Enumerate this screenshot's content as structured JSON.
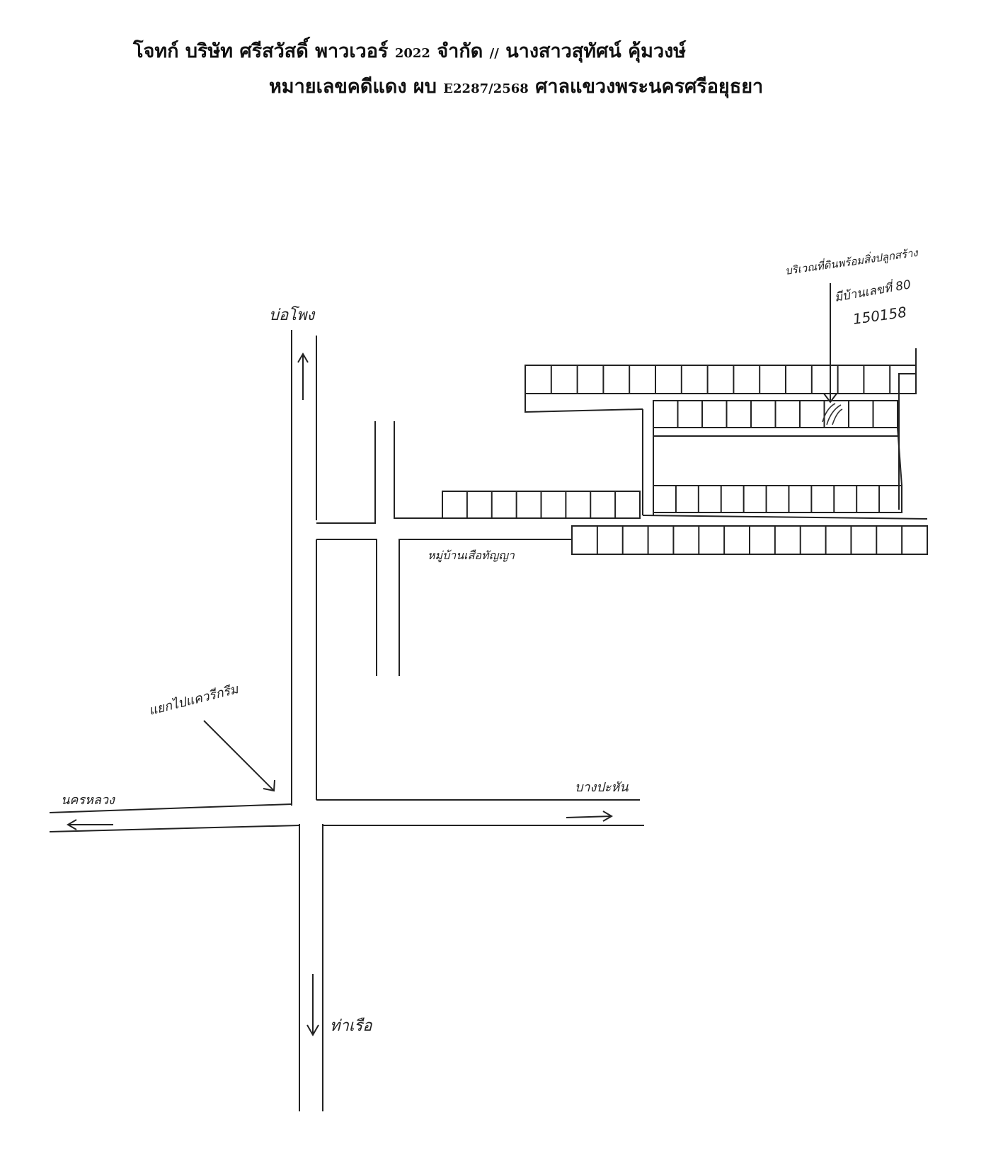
{
  "header": {
    "line1_a": "โจทก์ บริษัท ศรีสวัสดิ์ พาวเวอร์",
    "line1_year": "2022",
    "line1_b": "จำกัด",
    "line1_sep": "//",
    "line1_c": "นางสาวสุทัศน์ คุ้มวงษ์",
    "line2_a": "หมายเลขคดีแดง ผบ",
    "line2_case": "E2287/2568",
    "line2_b": "ศาลแขวงพระนครศรีอยุธยา"
  },
  "map": {
    "labels": {
      "north_road": "บ่อโพง",
      "south_road": "ท่าเรือ",
      "west_road": "นครหลวง",
      "east_road": "บางปะหัน",
      "junction": "แยกไปแควรีกรีม",
      "village": "หมู่บ้านเสือทัญญา",
      "property_line1": "บริเวณที่ดินพร้อมสิ่งปลูกสร้าง",
      "property_line2": "มีบ้านเลขที่ 80",
      "property_line3": "150158"
    },
    "stroke_color": "#222222",
    "hatch_color": "#333333"
  }
}
